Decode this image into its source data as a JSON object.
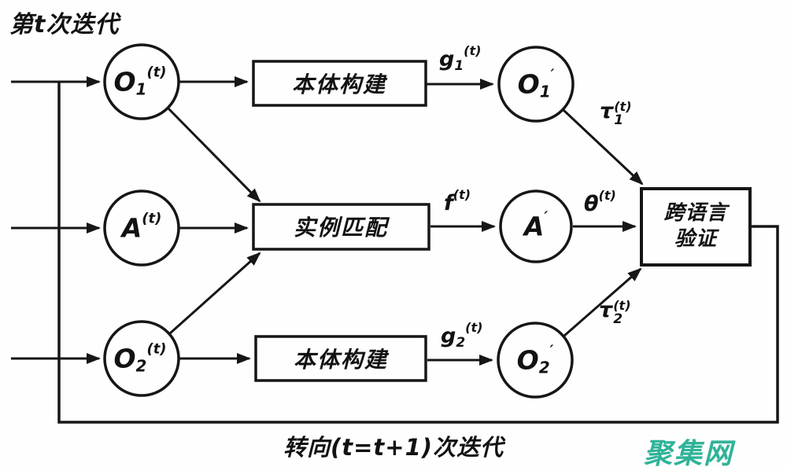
{
  "title": "第t次迭代",
  "footer": {
    "pre": "转向",
    "math": "(t=t+1)",
    "post": "次迭代"
  },
  "watermark": {
    "text": "聚集网",
    "color": "#2fb398"
  },
  "colors": {
    "line": "#161616",
    "background": "#fefefe"
  },
  "nodes": {
    "o1t": {
      "base": "O",
      "sub": "1",
      "sup": "(t)"
    },
    "at": {
      "base": "A",
      "sub": "",
      "sup": "(t)"
    },
    "o2t": {
      "base": "O",
      "sub": "2",
      "sup": "(t)"
    },
    "o1p": {
      "base": "O",
      "sub": "1",
      "sup": "′"
    },
    "ap": {
      "base": "A",
      "sub": "",
      "sup": "′"
    },
    "o2p": {
      "base": "O",
      "sub": "2",
      "sup": "′"
    }
  },
  "processes": {
    "ontology_top": "本体构建",
    "instance_matching": "实例匹配",
    "ontology_bottom": "本体构建",
    "validation": {
      "line1": "跨语言",
      "line2": "验证"
    }
  },
  "edge_labels": {
    "g1": {
      "base": "g",
      "sub": "1",
      "sup": "(t)"
    },
    "f": {
      "base": "f",
      "sub": "",
      "sup": "(t)"
    },
    "g2": {
      "base": "g",
      "sub": "2",
      "sup": "(t)"
    },
    "tau1": {
      "base": "τ",
      "sub": "1",
      "sup": "(t)"
    },
    "theta": {
      "base": "θ",
      "sub": "",
      "sup": "(t)"
    },
    "tau2": {
      "base": "τ",
      "sub": "2",
      "sup": "(t)"
    }
  }
}
